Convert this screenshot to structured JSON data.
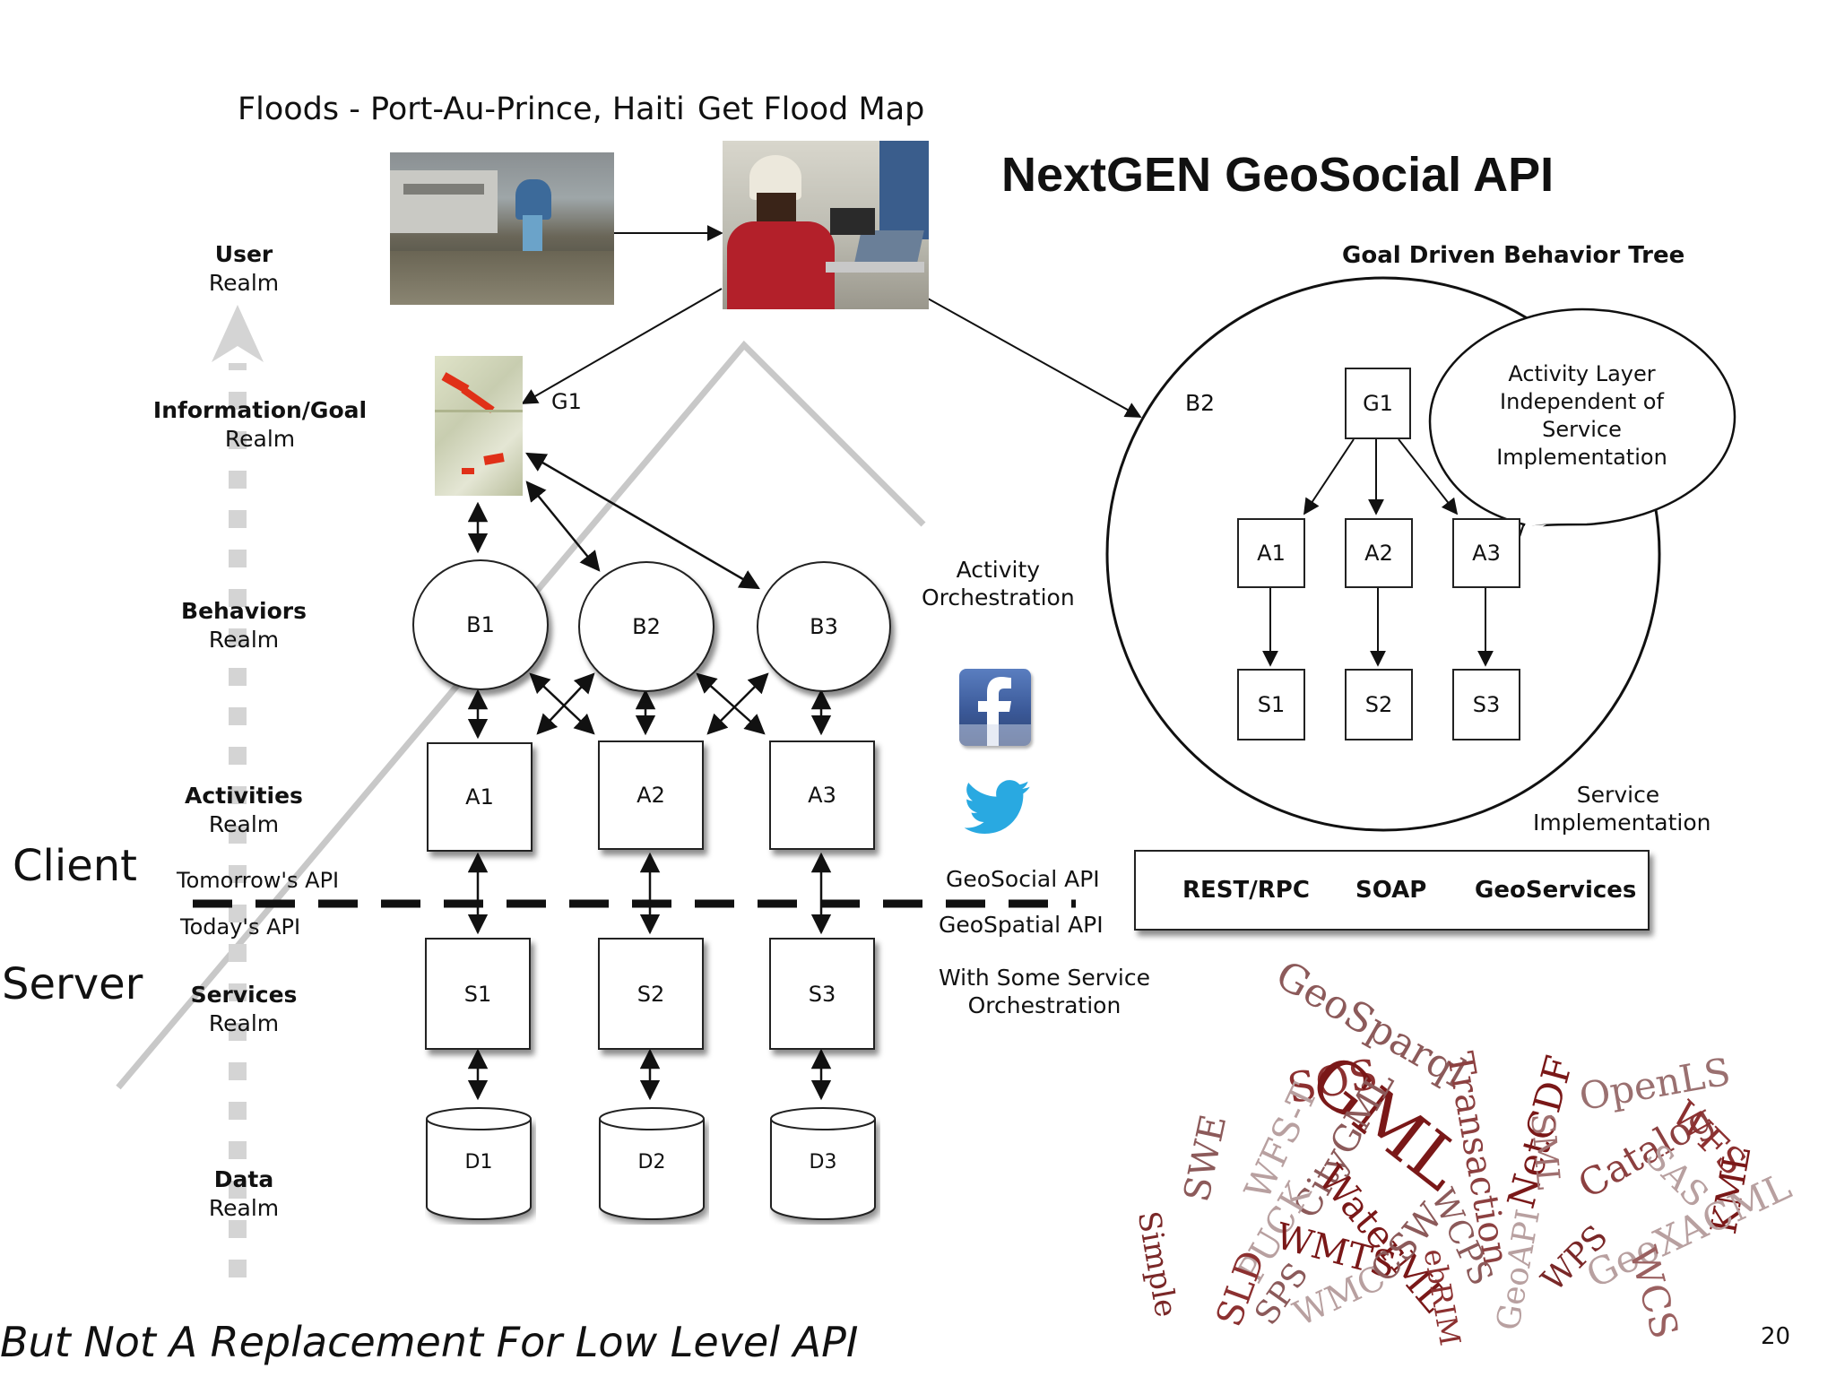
{
  "slide": {
    "title": "NextGEN GeoSocial API",
    "photo1_caption": "Floods - Port-Au-Prince, Haiti",
    "photo2_caption": "Get Flood Map",
    "tree_title": "Goal Driven Behavior Tree",
    "bottom_text": "But Not A Replacement For Low Level API",
    "page_number": "20"
  },
  "realms": [
    {
      "bold": "User",
      "sub": "Realm"
    },
    {
      "bold": "Information/Goal",
      "sub": "Realm"
    },
    {
      "bold": "Behaviors",
      "sub": "Realm"
    },
    {
      "bold": "Activities",
      "sub": "Realm"
    },
    {
      "bold": "Services",
      "sub": "Realm"
    },
    {
      "bold": "Data",
      "sub": "Realm"
    }
  ],
  "side": {
    "client": "Client",
    "server": "Server",
    "tomorrows_api": "Tomorrow's API",
    "todays_api": "Today's API"
  },
  "diagram": {
    "goal": "G1",
    "behaviors": [
      "B1",
      "B2",
      "B3"
    ],
    "activities": [
      "A1",
      "A2",
      "A3"
    ],
    "services": [
      "S1",
      "S2",
      "S3"
    ],
    "data": [
      "D1",
      "D2",
      "D3"
    ]
  },
  "middle": {
    "activity_orchestration": [
      "Activity",
      "Orchestration"
    ],
    "geosocial_api": "GeoSocial API",
    "geospatial_api": "GeoSpatial API",
    "with_some": [
      "With Some Service",
      "Orchestration"
    ]
  },
  "tree": {
    "behavior": "B2",
    "goal": "G1",
    "activities": [
      "A1",
      "A2",
      "A3"
    ],
    "services": [
      "S1",
      "S2",
      "S3"
    ],
    "bubble": [
      "Activity Layer",
      "Independent of",
      "Service",
      "Implementation"
    ],
    "service_impl": [
      "Service",
      "Implementation"
    ]
  },
  "service_bar": [
    "REST/RPC",
    "SOAP",
    "GeoServices"
  ],
  "word_cloud": [
    "GeoSparql",
    "SOS",
    "GML",
    "Transaction",
    "NetCDF",
    "SML",
    "OpenLS",
    "Catalog",
    "WFS",
    "SAS",
    "KML",
    "WFS-T",
    "CityGML",
    "SWE",
    "Simple",
    "PUCK",
    "WMTS",
    "WaterML",
    "WCPS",
    "ebRIM",
    "GeoAPI",
    "WPS",
    "GeoXACML",
    "WCS",
    "SLD",
    "SPS",
    "WMC",
    "CSW"
  ],
  "icons": {
    "facebook": "facebook-icon",
    "twitter": "twitter-icon"
  },
  "colors": {
    "facebook": "#3b5998",
    "twitter": "#29a9e1",
    "word_dark": "#7a1818",
    "word_mid": "#8c5a5a",
    "word_light": "#b8a0a0",
    "flood_red": "#e03018"
  }
}
